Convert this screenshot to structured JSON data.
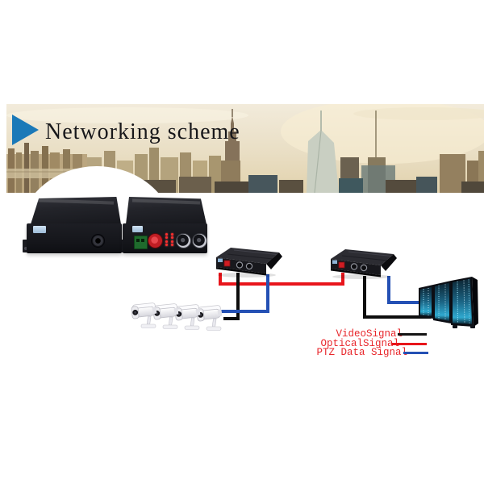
{
  "banner": {
    "title": "Networking scheme",
    "title_color": "#17171a",
    "triangle_color": "#1b79b8"
  },
  "legend": {
    "text_color": "#e8262b",
    "rows": [
      {
        "label": "VideoSignal",
        "line_color": "#141414",
        "line_style": "width:36px;background:#141414;margin-left:-6px"
      },
      {
        "label": "OpticalSignal",
        "line_color": "#e8151b",
        "line_style": "width:43px;background:#e8151b;margin-left:-9px"
      },
      {
        "label": "PTZ Data Signal",
        "line_color": "#2450b4",
        "line_style": "width:31px;background:#2450b4;margin-left:-5px"
      }
    ]
  },
  "diagram": {
    "wire_colors": {
      "video": "#0d0d0d",
      "optical": "#e8151b",
      "ptz": "#2450b4"
    },
    "nodes": {
      "transmitter": "optical-video-converter",
      "receiver": "optical-video-converter",
      "camera_count": 4,
      "endpoint": "server-rack"
    }
  }
}
